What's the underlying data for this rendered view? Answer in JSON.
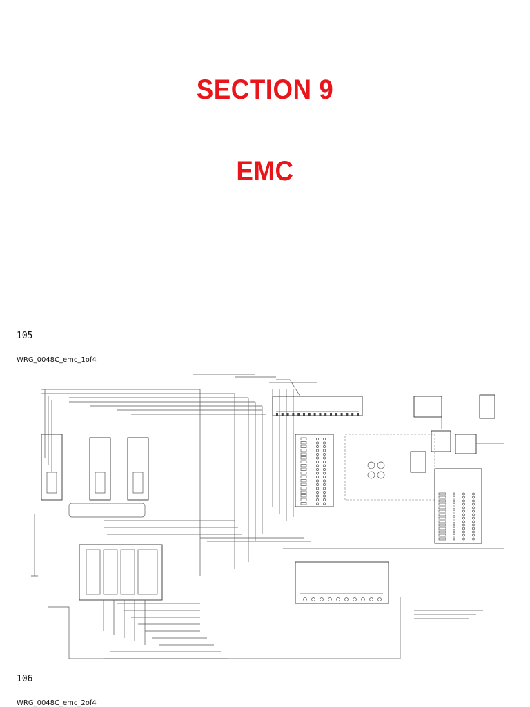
{
  "section": {
    "title": "SECTION 9",
    "subtitle": "EMC"
  },
  "pages": [
    {
      "number": "105",
      "caption": "WRG_0048C_emc_1of4"
    },
    {
      "number": "106",
      "caption": "WRG_0048C_emc_2of4"
    }
  ],
  "diagram": {
    "icon": "wiring-schematic-icon"
  }
}
